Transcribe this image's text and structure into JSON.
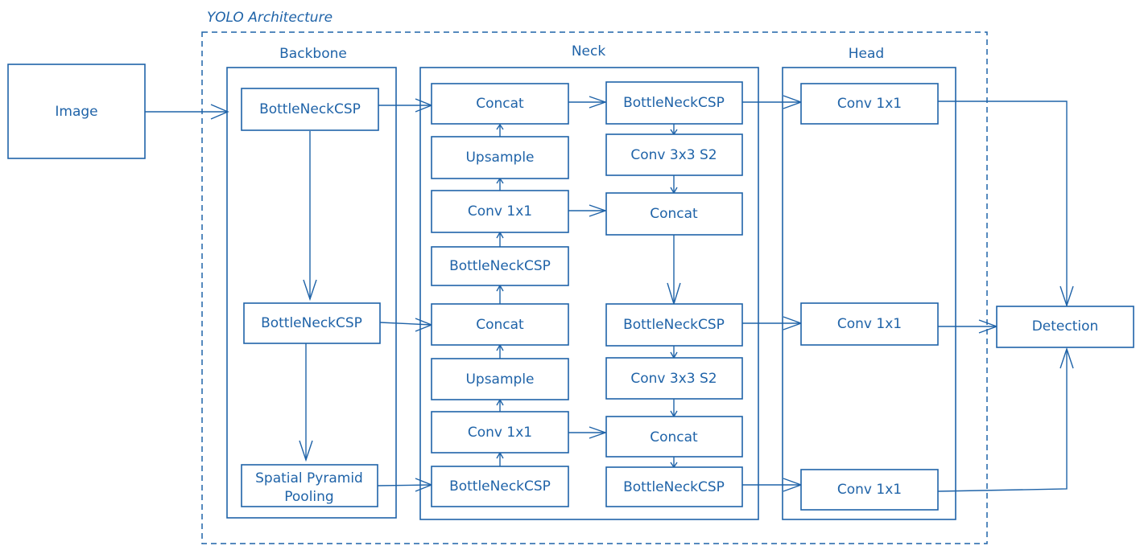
{
  "colors": {
    "stroke": "#1f63a8",
    "background": "#ffffff"
  },
  "diagram": {
    "title": "YOLO Architecture",
    "groups": {
      "backbone": "Backbone",
      "neck": "Neck",
      "head": "Head"
    },
    "nodes": {
      "image": "Image",
      "bb1": "BottleNeckCSP",
      "bb2": "BottleNeckCSP",
      "spp1": "Spatial Pyramid",
      "spp2": "Pooling",
      "nl1": "Concat",
      "nl2": "Upsample",
      "nl3": "Conv 1x1",
      "nl4": "BottleNeckCSP",
      "nl5": "Concat",
      "nl6": "Upsample",
      "nl7": "Conv 1x1",
      "nl8": "BottleNeckCSP",
      "nr1": "BottleNeckCSP",
      "nr2": "Conv 3x3 S2",
      "nr3": "Concat",
      "nr4": "BottleNeckCSP",
      "nr5": "Conv 3x3 S2",
      "nr6": "Concat",
      "nr7": "BottleNeckCSP",
      "h1": "Conv 1x1",
      "h2": "Conv 1x1",
      "h3": "Conv 1x1",
      "det": "Detection"
    }
  }
}
